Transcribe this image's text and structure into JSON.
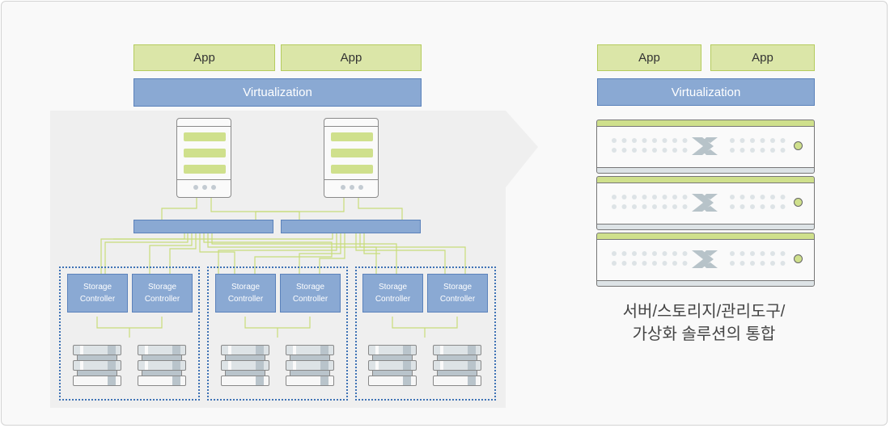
{
  "left_stack": {
    "apps": [
      "App",
      "App"
    ],
    "virtualization": "Virtualization"
  },
  "right_stack": {
    "apps": [
      "App",
      "App"
    ],
    "virtualization": "Virtualization"
  },
  "storage_groups": [
    {
      "controllers": [
        {
          "line1": "Storage",
          "line2": "Controller"
        },
        {
          "line1": "Storage",
          "line2": "Controller"
        }
      ]
    },
    {
      "controllers": [
        {
          "line1": "Storage",
          "line2": "Controller"
        },
        {
          "line1": "Storage",
          "line2": "Controller"
        }
      ]
    },
    {
      "controllers": [
        {
          "line1": "Storage",
          "line2": "Controller"
        },
        {
          "line1": "Storage",
          "line2": "Controller"
        }
      ]
    }
  ],
  "hci_nodes": [
    {
      "logo": "nutanix-x"
    },
    {
      "logo": "nutanix-x"
    },
    {
      "logo": "nutanix-x"
    }
  ],
  "caption": {
    "line1": "서버/스토리지/관리도구/",
    "line2": "가상화 솔루션의 통합"
  },
  "colors": {
    "app_fill": "#dbe6a8",
    "virt_fill": "#8aa9d3",
    "link_line": "#c8dc7a",
    "group_border": "#3e72b5"
  }
}
